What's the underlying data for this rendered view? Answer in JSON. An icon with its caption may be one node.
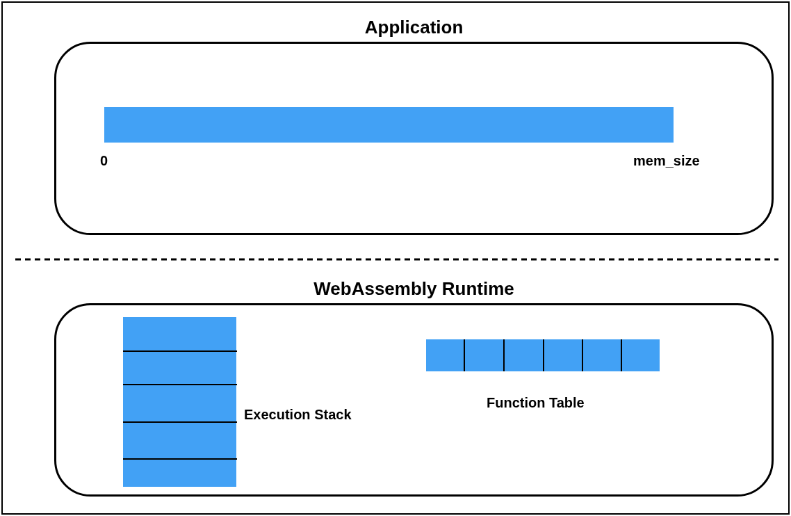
{
  "diagram": {
    "nodes": [
      {
        "text": [
          "Application"
        ]
      },
      {
        "text": [],
        "shape": "bar",
        "in": 0,
        "beside": [
          "0",
          "mem_size"
        ]
      },
      {
        "text": [
          "WebAssembly Runtime"
        ]
      },
      {
        "text": [],
        "shape": "bar",
        "in": 2,
        "beside": [
          "Execution Stack"
        ]
      },
      {
        "text": [],
        "shape": "bar",
        "in": 2,
        "beside": [
          "Function Table"
        ]
      }
    ]
  }
}
